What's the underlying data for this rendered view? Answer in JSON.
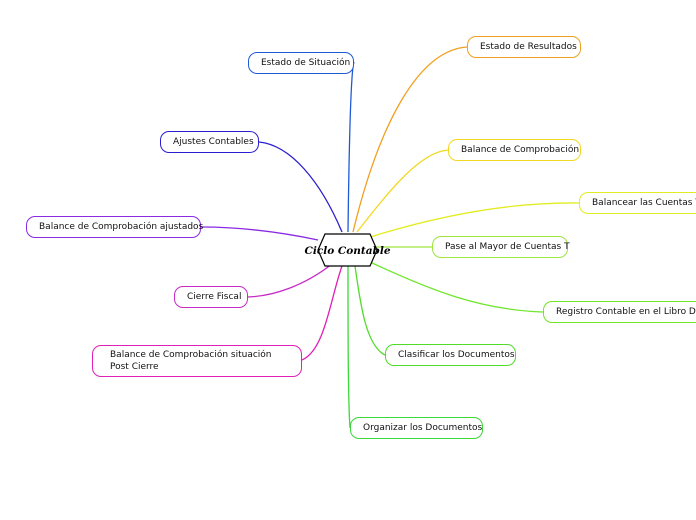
{
  "center": {
    "label": "Ciclo Contable"
  },
  "branches": [
    {
      "label": "Estado de Situación",
      "color": "#1f5ad6"
    },
    {
      "label": "Estado de Resultados",
      "color": "#f0a020"
    },
    {
      "label": "Ajustes Contables",
      "color": "#2a1fd0"
    },
    {
      "label": "Balance de Comprobación",
      "color": "#f2d820"
    },
    {
      "label": "Balancear las Cuentas T",
      "color": "#e2ec22"
    },
    {
      "label": "Balance de Comprobación ajustados",
      "color": "#8a2be2"
    },
    {
      "label": "Pase al Mayor de Cuentas T",
      "color": "#9ee640"
    },
    {
      "label": "Cierre Fiscal",
      "color": "#c82ac8"
    },
    {
      "label": "Registro Contable en el Libro Diario",
      "color": "#6ee62a"
    },
    {
      "label": "Balance de Comprobación situación Post Cierre",
      "color": "#e020b8"
    },
    {
      "label": "Clasificar los Documentos",
      "color": "#50dc2a"
    },
    {
      "label": "Organizar los Documentos",
      "color": "#3ed83a"
    }
  ]
}
